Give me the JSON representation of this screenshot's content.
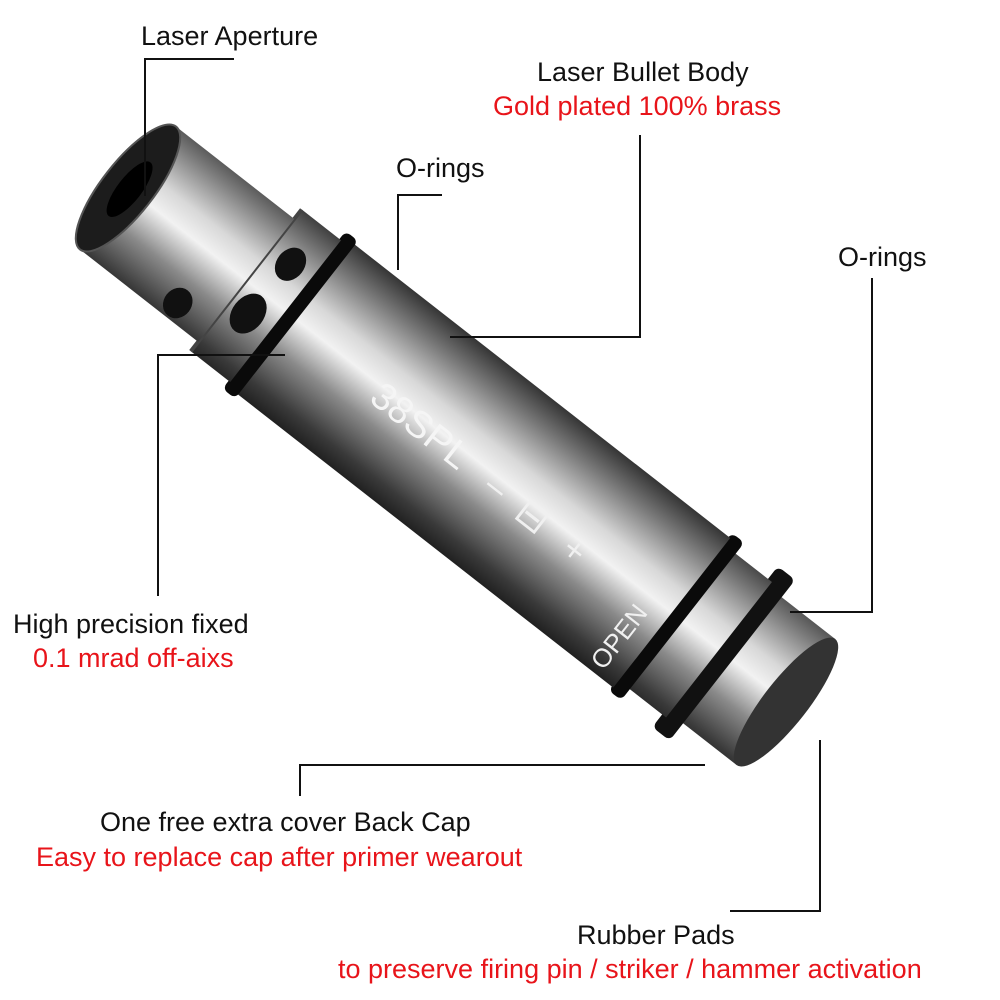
{
  "labels": {
    "laser_aperture": "Laser Aperture",
    "bullet_body": "Laser Bullet Body",
    "bullet_body_note": "Gold plated 100% brass",
    "orings_front": "O-rings",
    "orings_rear": "O-rings",
    "precision": "High precision fixed",
    "precision_note": "0.1 mrad off-aixs",
    "back_cap": "One free extra cover Back Cap",
    "back_cap_note": "Easy to replace cap after primer wearout",
    "rubber_pads": "Rubber Pads",
    "rubber_pads_note": "to preserve firing pin / striker / hammer activation"
  },
  "engraving": {
    "caliber": "38SPL",
    "minus": "–",
    "battery": "⊟",
    "plus": "+",
    "open": "OPEN"
  },
  "colors": {
    "note_red": "#e8141a",
    "text": "#111111"
  }
}
